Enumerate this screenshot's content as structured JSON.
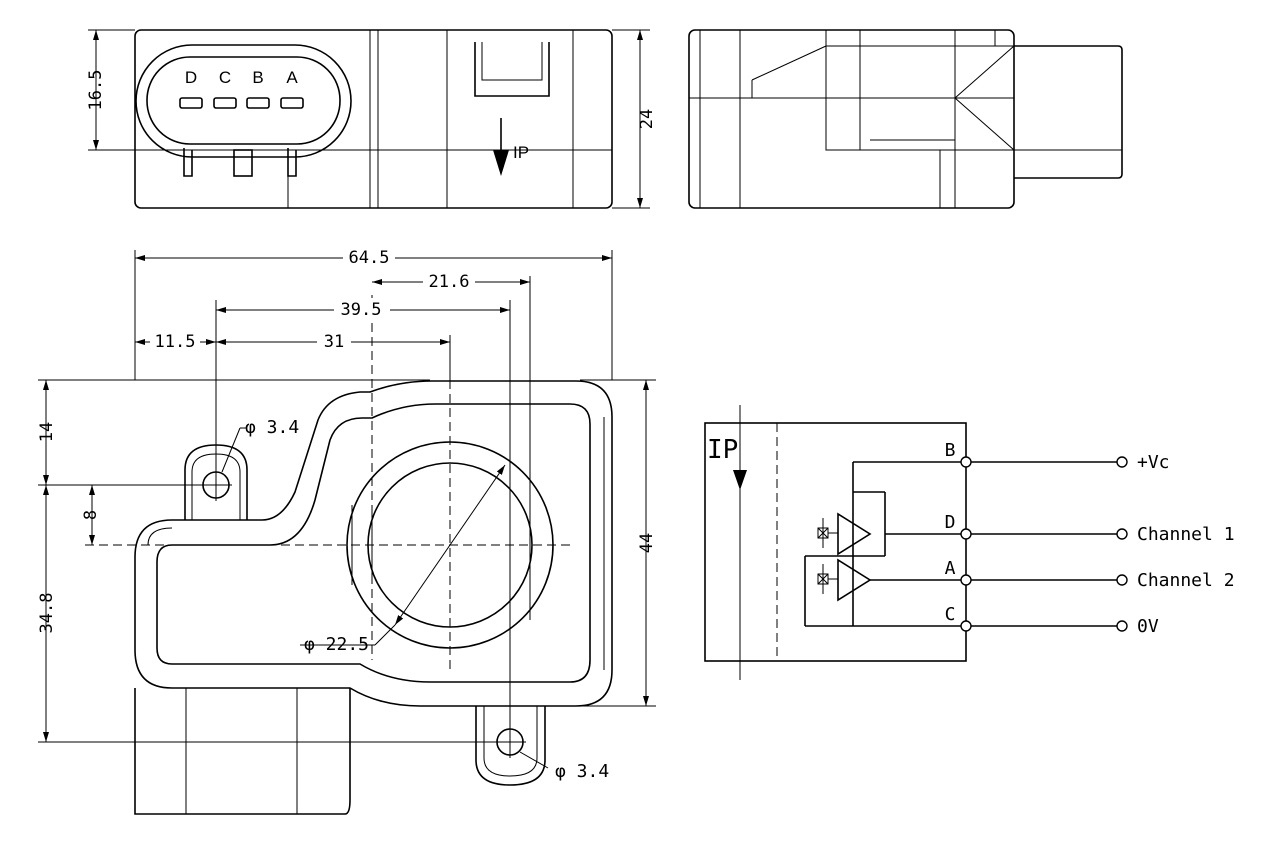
{
  "connector_pins": [
    "D",
    "C",
    "B",
    "A"
  ],
  "current_arrow_label": "IP",
  "front_view_dims": {
    "connector_height": "16.5",
    "total_height": "24"
  },
  "top_view_dims": {
    "overall_length": "64.5",
    "hole_to_right_edge": "21.6",
    "hole_to_hole": "39.5",
    "left_to_hole": "11.5",
    "hole_to_center": "31",
    "top_to_hole": "14",
    "hole_offset": "8",
    "hole_to_bottom_hole": "34.8",
    "body_height": "44",
    "hole_diameter_top": "φ 3.4",
    "aperture_diameter": "φ 22.5",
    "hole_diameter_bottom": "φ 3.4"
  },
  "schematic": {
    "ip_label": "IP",
    "pins": [
      {
        "pin": "B",
        "signal": "+Vc"
      },
      {
        "pin": "D",
        "signal": "Channel 1"
      },
      {
        "pin": "A",
        "signal": "Channel 2"
      },
      {
        "pin": "C",
        "signal": "0V"
      }
    ]
  }
}
